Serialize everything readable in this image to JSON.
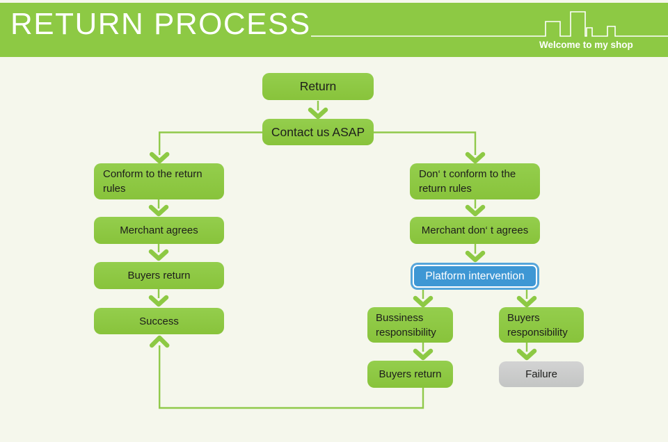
{
  "header": {
    "title": "RETURN PROCESS",
    "tagline": "Welcome to my shop"
  },
  "nodes": {
    "return": "Return",
    "contact_us": "Contact us ASAP",
    "conform_rules": "Conform to the return rules",
    "merchant_agrees": "Merchant agrees",
    "buyers_return_left": "Buyers return",
    "success": "Success",
    "dont_conform_rules": "Don‘ t conform to the return rules",
    "merchant_dont_agrees": "Merchant don‘ t agrees",
    "platform_intervention": "Platform intervention",
    "business_responsibility": "Bussiness responsibility",
    "buyers_responsibility": "Buyers responsibility",
    "buyers_return_right": "Buyers return",
    "failure": "Failure"
  },
  "colors": {
    "page_background": "#f5f7ec",
    "brand_green": "#8dc944",
    "connector_green": "#90c94a",
    "highlight_blue": "#3e97d4",
    "highlight_blue_border": "#55a5da",
    "neutral_gray": "#cbcbcb",
    "node_text": "#1d1d1b",
    "header_text": "#ffffff"
  }
}
